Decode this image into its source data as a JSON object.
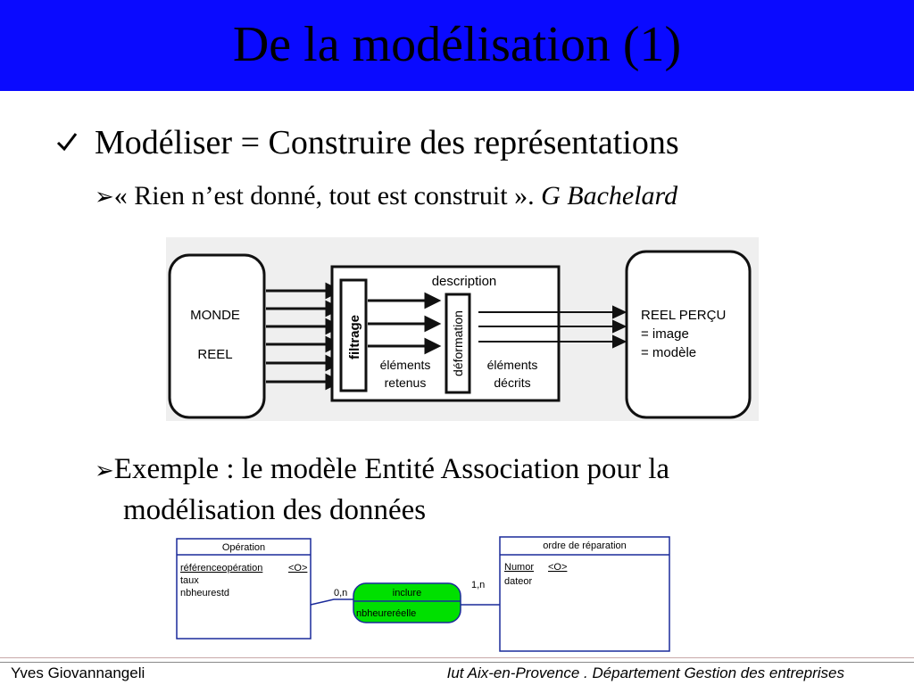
{
  "slide": {
    "title": "De la modélisation (1)",
    "title_bar_color": "#0a0aff"
  },
  "bullets": {
    "b1_icon": "check-mark-icon",
    "b1_text": "Modéliser  = Construire des représentations",
    "b2_icon": "arrow-bullet-icon",
    "b2_quote": "« Rien n’est donné, tout est construit ». ",
    "b2_author": "G Bachelard",
    "b3_icon": "arrow-bullet-icon",
    "b3_line1": "Exemple : le modèle Entité Association pour la",
    "b3_line2": "modélisation des données"
  },
  "diagram1": {
    "left_box_line1": "MONDE",
    "left_box_line2": "REEL",
    "description": "description",
    "filtrage": "filtrage",
    "deformation": "déformation",
    "retained_line1": "éléments",
    "retained_line2": "retenus",
    "described_line1": "éléments",
    "described_line2": "décrits",
    "right_box_line1": "REEL PERÇU",
    "right_box_line2": "= image",
    "right_box_line3": "= modèle"
  },
  "er_diagram": {
    "entity1": {
      "name": "Opération",
      "attr1": "référenceopération",
      "attr1_key": "<O>",
      "attr2": "taux",
      "attr3": "nbheurestd"
    },
    "entity2": {
      "name": "ordre de réparation",
      "attr1": "Numor",
      "attr1_key": "<O>",
      "attr2": "dateor"
    },
    "association": {
      "name": "inclure",
      "attr1": "nbheureréelle",
      "color": "#00e000"
    },
    "card_left": "0,n",
    "card_right": "1,n",
    "link_color": "#1a2a9a"
  },
  "footer": {
    "author": "Yves Giovannangeli",
    "institution": "Iut Aix-en-Provence . Département Gestion des entreprises"
  }
}
